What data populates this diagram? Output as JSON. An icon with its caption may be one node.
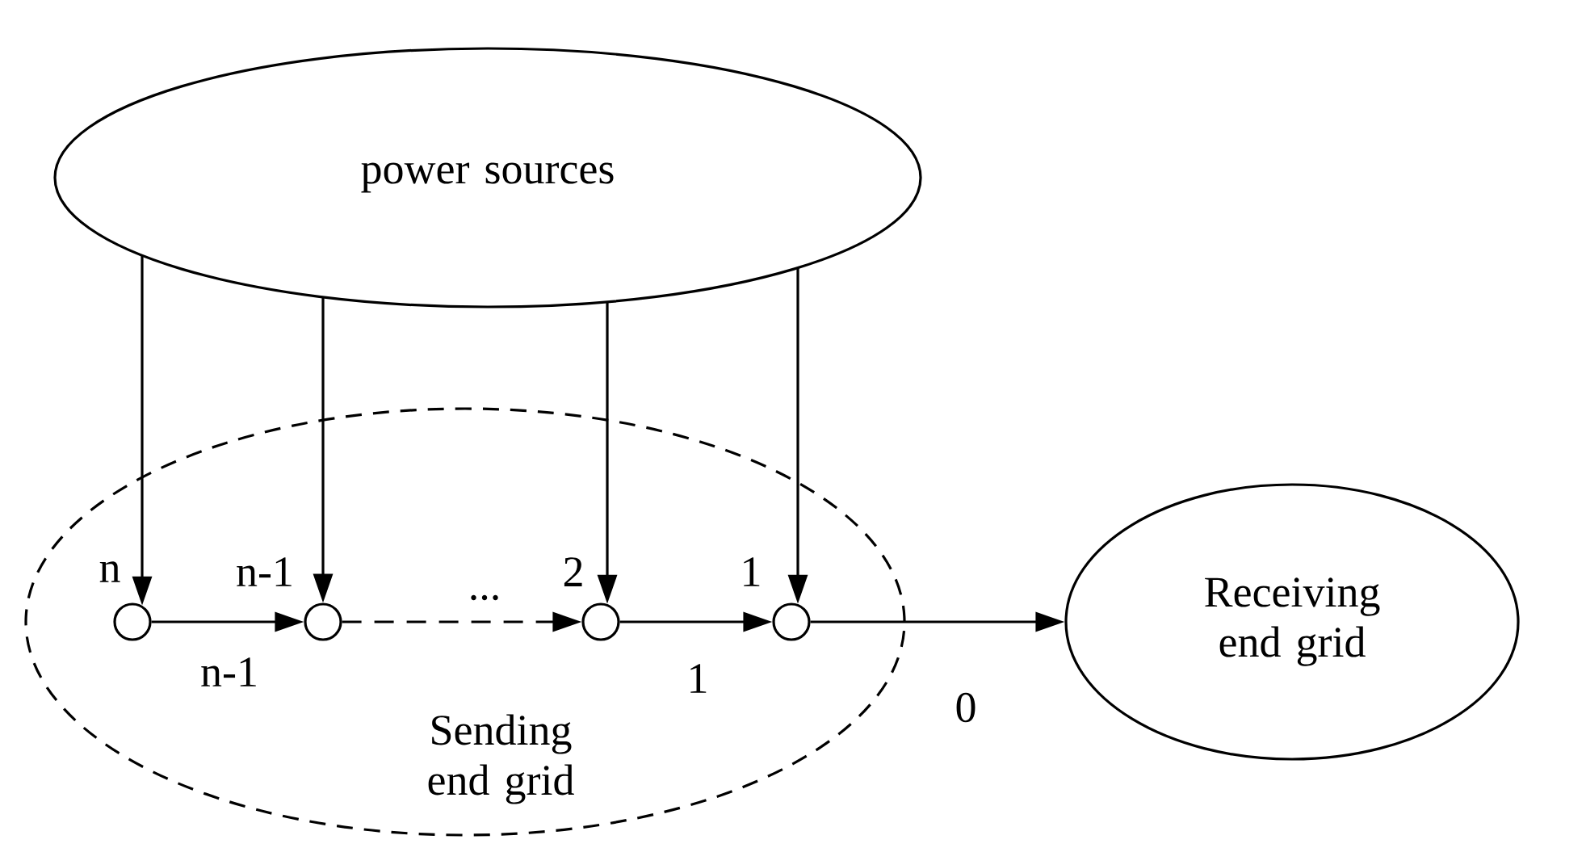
{
  "diagram": {
    "nodes": [
      {
        "text": [
          "power sources"
        ]
      },
      {
        "text": [
          "Sending end grid"
        ]
      },
      {
        "text": [],
        "shape": "circle",
        "in": 1,
        "beside": [
          "n"
        ]
      },
      {
        "text": [],
        "shape": "circle",
        "in": 1,
        "beside": [
          "n-1"
        ]
      },
      {
        "text": [],
        "shape": "circle",
        "in": 1,
        "beside": [
          "2"
        ]
      },
      {
        "text": [],
        "shape": "circle",
        "in": 1,
        "beside": [
          "1"
        ]
      },
      {
        "text": [
          "Receiving end grid"
        ]
      }
    ],
    "edges": [
      {
        "from": 0,
        "to": 2,
        "arrow": "to"
      },
      {
        "from": 0,
        "to": 3,
        "arrow": "to"
      },
      {
        "from": 0,
        "to": 4,
        "arrow": "to"
      },
      {
        "from": 0,
        "to": 5,
        "arrow": "to"
      },
      {
        "from": 2,
        "to": 3,
        "arrow": "to",
        "label": "n-1"
      },
      {
        "from": 3,
        "to": 4,
        "arrow": "to",
        "label": "...",
        "style": "dashed"
      },
      {
        "from": 4,
        "to": 5,
        "arrow": "to",
        "label": "1"
      },
      {
        "from": 5,
        "to": 6,
        "arrow": "to",
        "label": "0"
      }
    ]
  }
}
